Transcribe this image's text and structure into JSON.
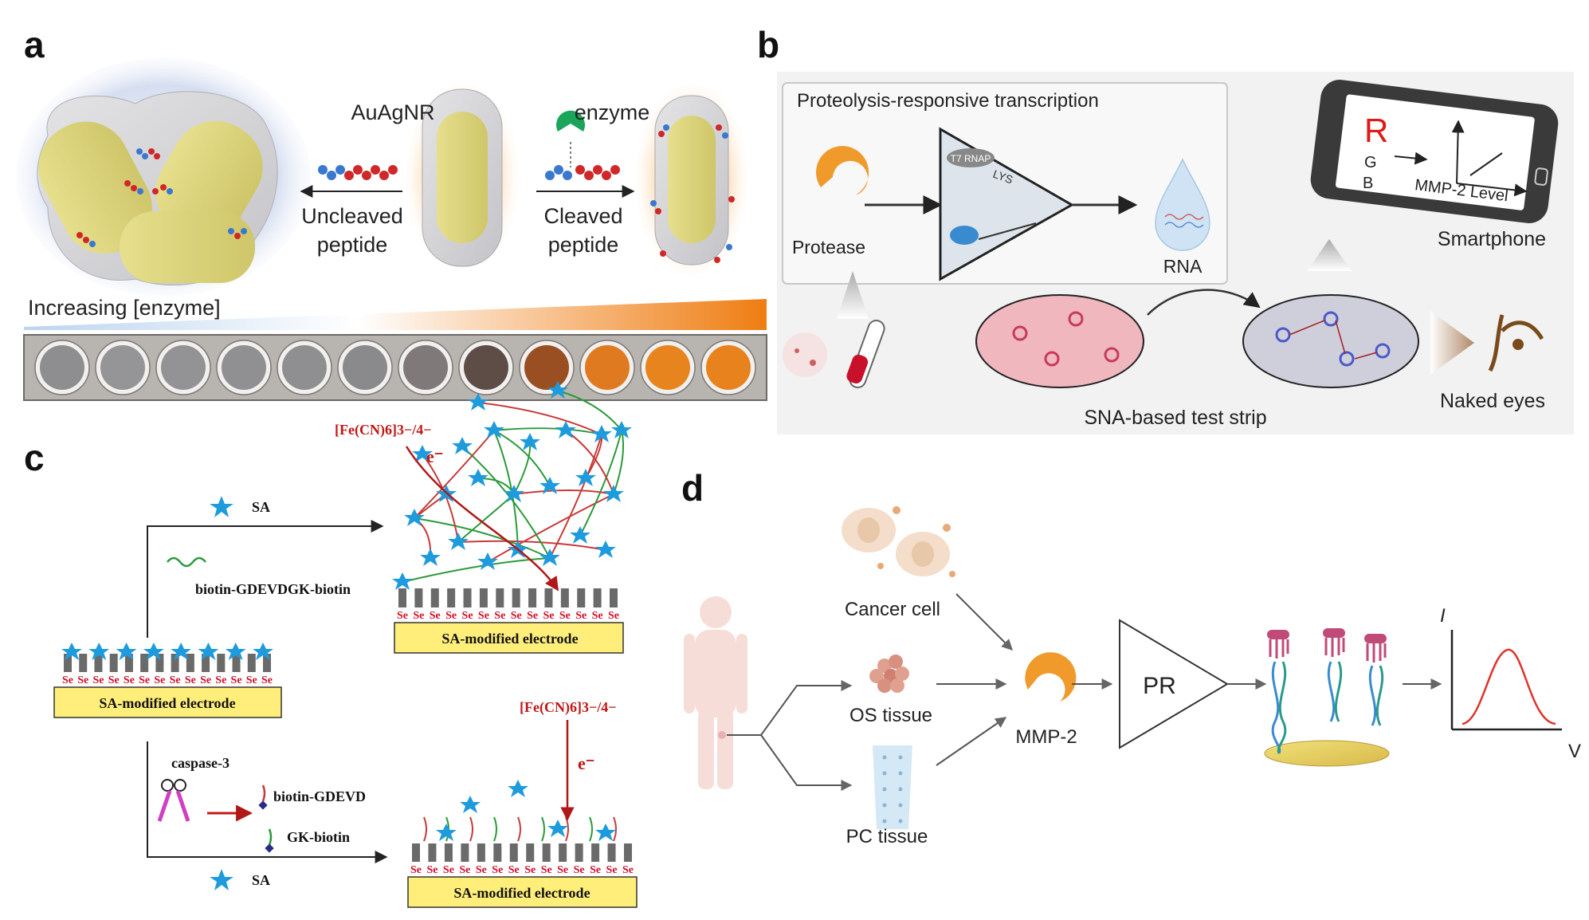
{
  "panel_labels": {
    "a": "a",
    "b": "b",
    "c": "c",
    "d": "d"
  },
  "panel_a": {
    "label_rod": "AuAgNR",
    "label_enzyme": "enzyme",
    "label_uncleaved_1": "Uncleaved",
    "label_uncleaved_2": "peptide",
    "label_cleaved_1": "Cleaved",
    "label_cleaved_2": "peptide",
    "label_gradient": "Increasing [enzyme]",
    "wells": 12,
    "well_colors": [
      "#8e8e90",
      "#959597",
      "#939395",
      "#909092",
      "#8f8f91",
      "#8a898b",
      "#7f7a79",
      "#5e4c47",
      "#9a4f22",
      "#e07a20",
      "#e8841e",
      "#e8821c"
    ]
  },
  "panel_b": {
    "title": "Proteolysis-responsive transcription",
    "label_protease": "Protease",
    "label_lys": "LYS",
    "label_t7": "T7 RNAP",
    "label_rna": "RNA",
    "label_smartphone": "Smartphone",
    "screen_r": "R",
    "screen_g": "G",
    "screen_b": "B",
    "screen_axis": "MMP-2 Level",
    "label_strip": "SNA-based  test strip",
    "label_eyes": "Naked eyes"
  },
  "panel_c": {
    "label_sa_top": "SA",
    "label_biotin_peptide": "biotin-GDEVDGK-biotin",
    "label_fe_top": "[Fe(CN)6]3−/4−",
    "label_e_top": "e⁻",
    "label_electrode_left": "SA-modified electrode",
    "label_electrode_top": "SA-modified electrode",
    "label_electrode_bottom": "SA-modified electrode",
    "label_caspase": "caspase-3",
    "label_biotin_gdevd": "biotin-GDEVD",
    "label_gk_biotin": "GK-biotin",
    "label_sa_bottom": "SA",
    "label_fe_bottom": "[Fe(CN)6]3−/4−",
    "label_e_bottom": "e⁻",
    "se_label": "Se"
  },
  "panel_d": {
    "label_cancer_cell": "Cancer cell",
    "label_os_tissue": "OS tissue",
    "label_pc_tissue": "PC tissue",
    "label_mmp2": "MMP-2",
    "label_pr": "PR",
    "axis_i": "I",
    "axis_v": "V"
  },
  "colors": {
    "rod_yellow": "#d9d27a",
    "shell_gray": "#d4d4d6",
    "blue_glow": "#b8cbe8",
    "orange_glow": "#f6c48c",
    "protease_orange": "#f09a2c",
    "enzyme_green": "#1aa65a",
    "strip_pink": "#f0b7bf",
    "strip_gray": "#c8c8d6",
    "electrode_yellow": "#ffef7a",
    "se_red": "#d0102a",
    "sa_blue": "#1e9bdc",
    "arrow_red": "#b01818",
    "curve_red": "#e0322a"
  }
}
